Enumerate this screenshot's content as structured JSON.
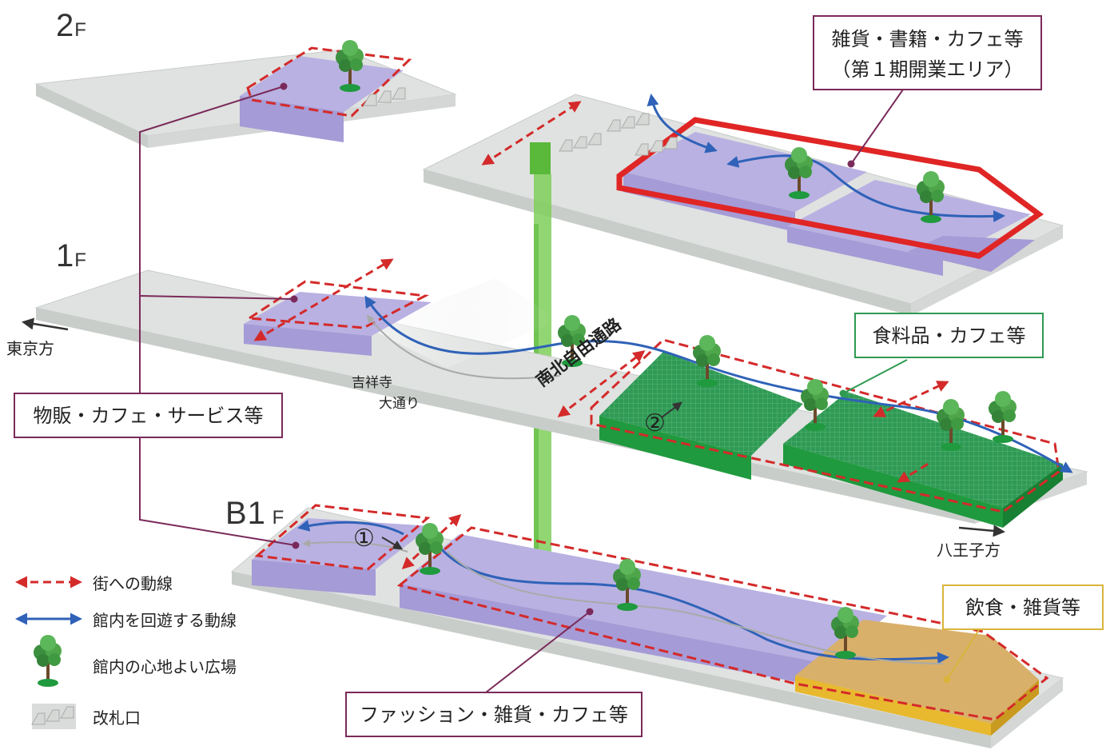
{
  "floors": {
    "f2": {
      "main": "2",
      "suffix": "F"
    },
    "f1": {
      "main": "1",
      "suffix": "F"
    },
    "b1": {
      "main": "B1",
      "suffix": " F"
    }
  },
  "callouts": {
    "zakka_books_cafe": {
      "line1": "雑貨・書籍・カフェ等",
      "line2": "（第１期開業エリア）"
    },
    "food_cafe": "食料品・カフェ等",
    "retail_cafe_service": "物販・カフェ・サービス等",
    "dining_zakka": "飲食・雑貨等",
    "fashion_zakka_cafe": "ファッション・雑貨・カフェ等"
  },
  "places": {
    "tokyo": "東京方",
    "hachioji": "八王子方",
    "kichijoji_avenue_line1": "吉祥寺",
    "kichijoji_avenue_line2": "大通り",
    "north_south_passage": "南北自由通路"
  },
  "markers": {
    "m1": "①",
    "m2": "②"
  },
  "legend": [
    {
      "icon": "red-double-arrow",
      "label": "街への動線"
    },
    {
      "icon": "blue-double-arrow",
      "label": "館内を回遊する動線"
    },
    {
      "icon": "tree-icon",
      "label": "館内の心地よい広場"
    },
    {
      "icon": "ticket-gate-icon",
      "label": "改札口"
    }
  ],
  "colors": {
    "route_to_town": "#d42a2a",
    "circulation_route": "#2f62b8",
    "first_phase_area": "#e02525",
    "retail_zone": "#b8aee0",
    "food_zone": "#2e9a52",
    "dining_zone": "#e8b25a",
    "slab": "#dfe2e0",
    "elevator": "#6cc24a",
    "callout_purple": "#7a2a5a",
    "callout_green": "#2e9a52",
    "callout_yellow": "#d9b43a"
  }
}
